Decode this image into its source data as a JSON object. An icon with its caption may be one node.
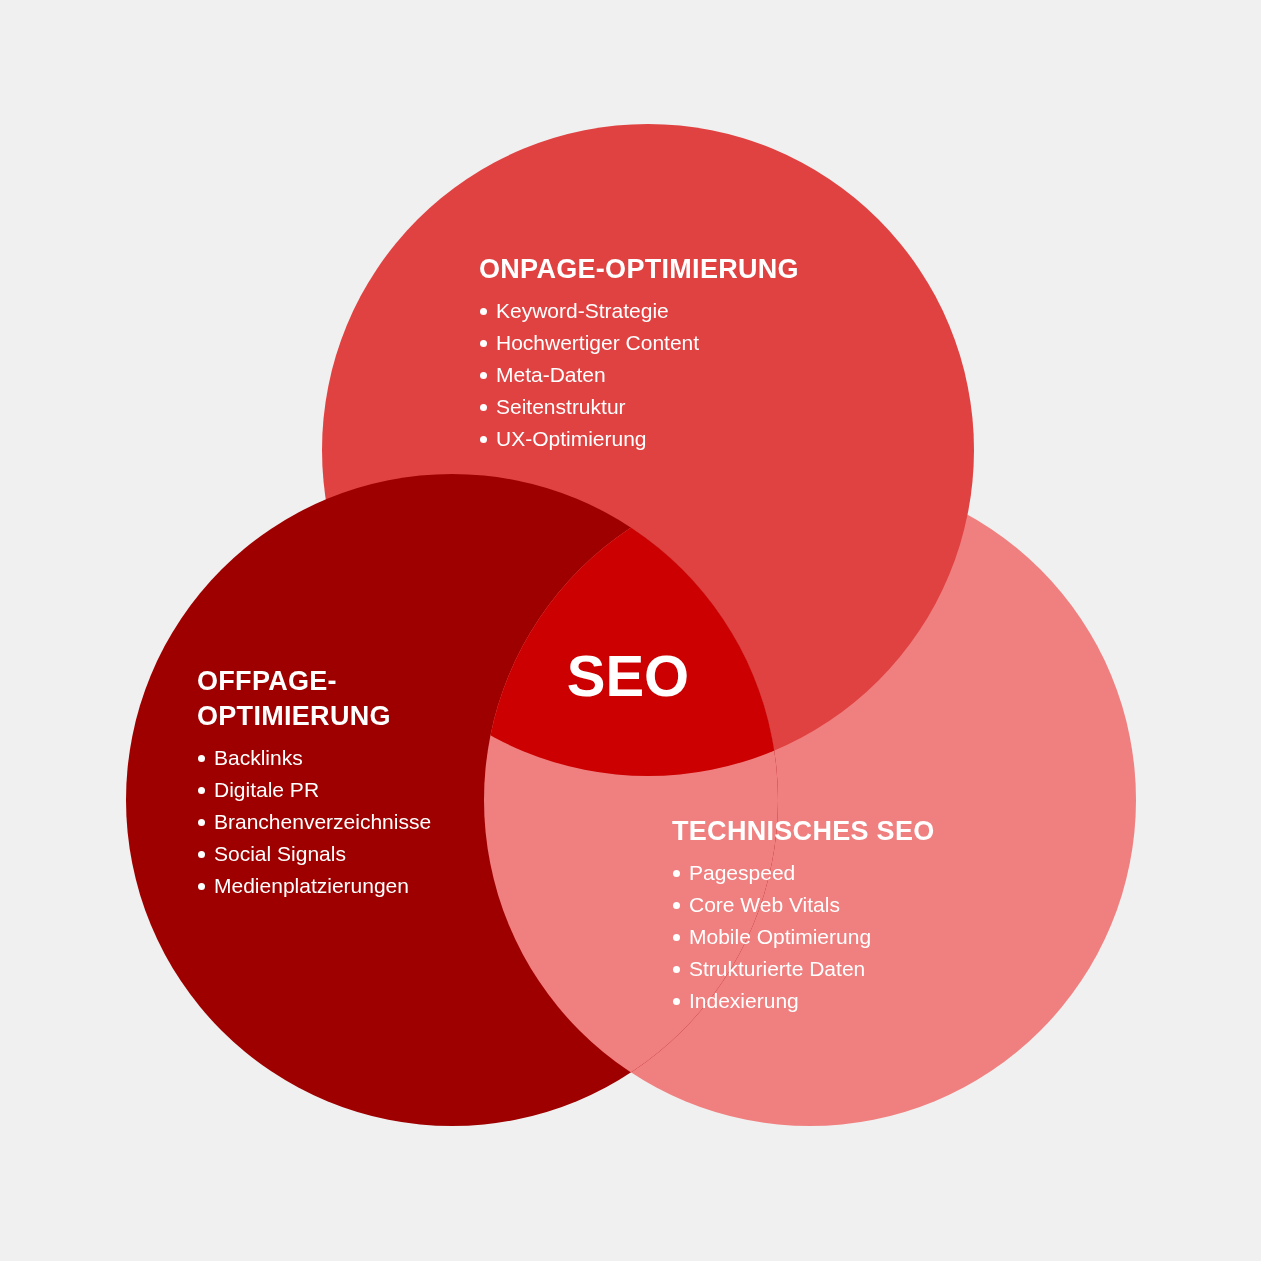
{
  "diagram": {
    "nodes": [
      {
        "text": [
          "ONPAGE-OPTIMIERUNG",
          "Keyword-Strategie",
          "Hochwertiger Content",
          "Meta-Daten",
          "Seitenstruktur",
          "UX-Optimierung"
        ]
      },
      {
        "text": [
          "OFFPAGE-OPTIMIERUNG",
          "Backlinks",
          "Digitale PR",
          "Branchenverzeichnisse",
          "Social Signals",
          "Medienplatzierungen"
        ]
      },
      {
        "text": [
          "TECHNISCHES SEO",
          "Pagespeed",
          "Core Web Vitals",
          "Mobile Optimierung",
          "Strukturierte Daten",
          "Indexierung"
        ]
      },
      {
        "text": [
          "SEO"
        ]
      }
    ],
    "edges": []
  }
}
